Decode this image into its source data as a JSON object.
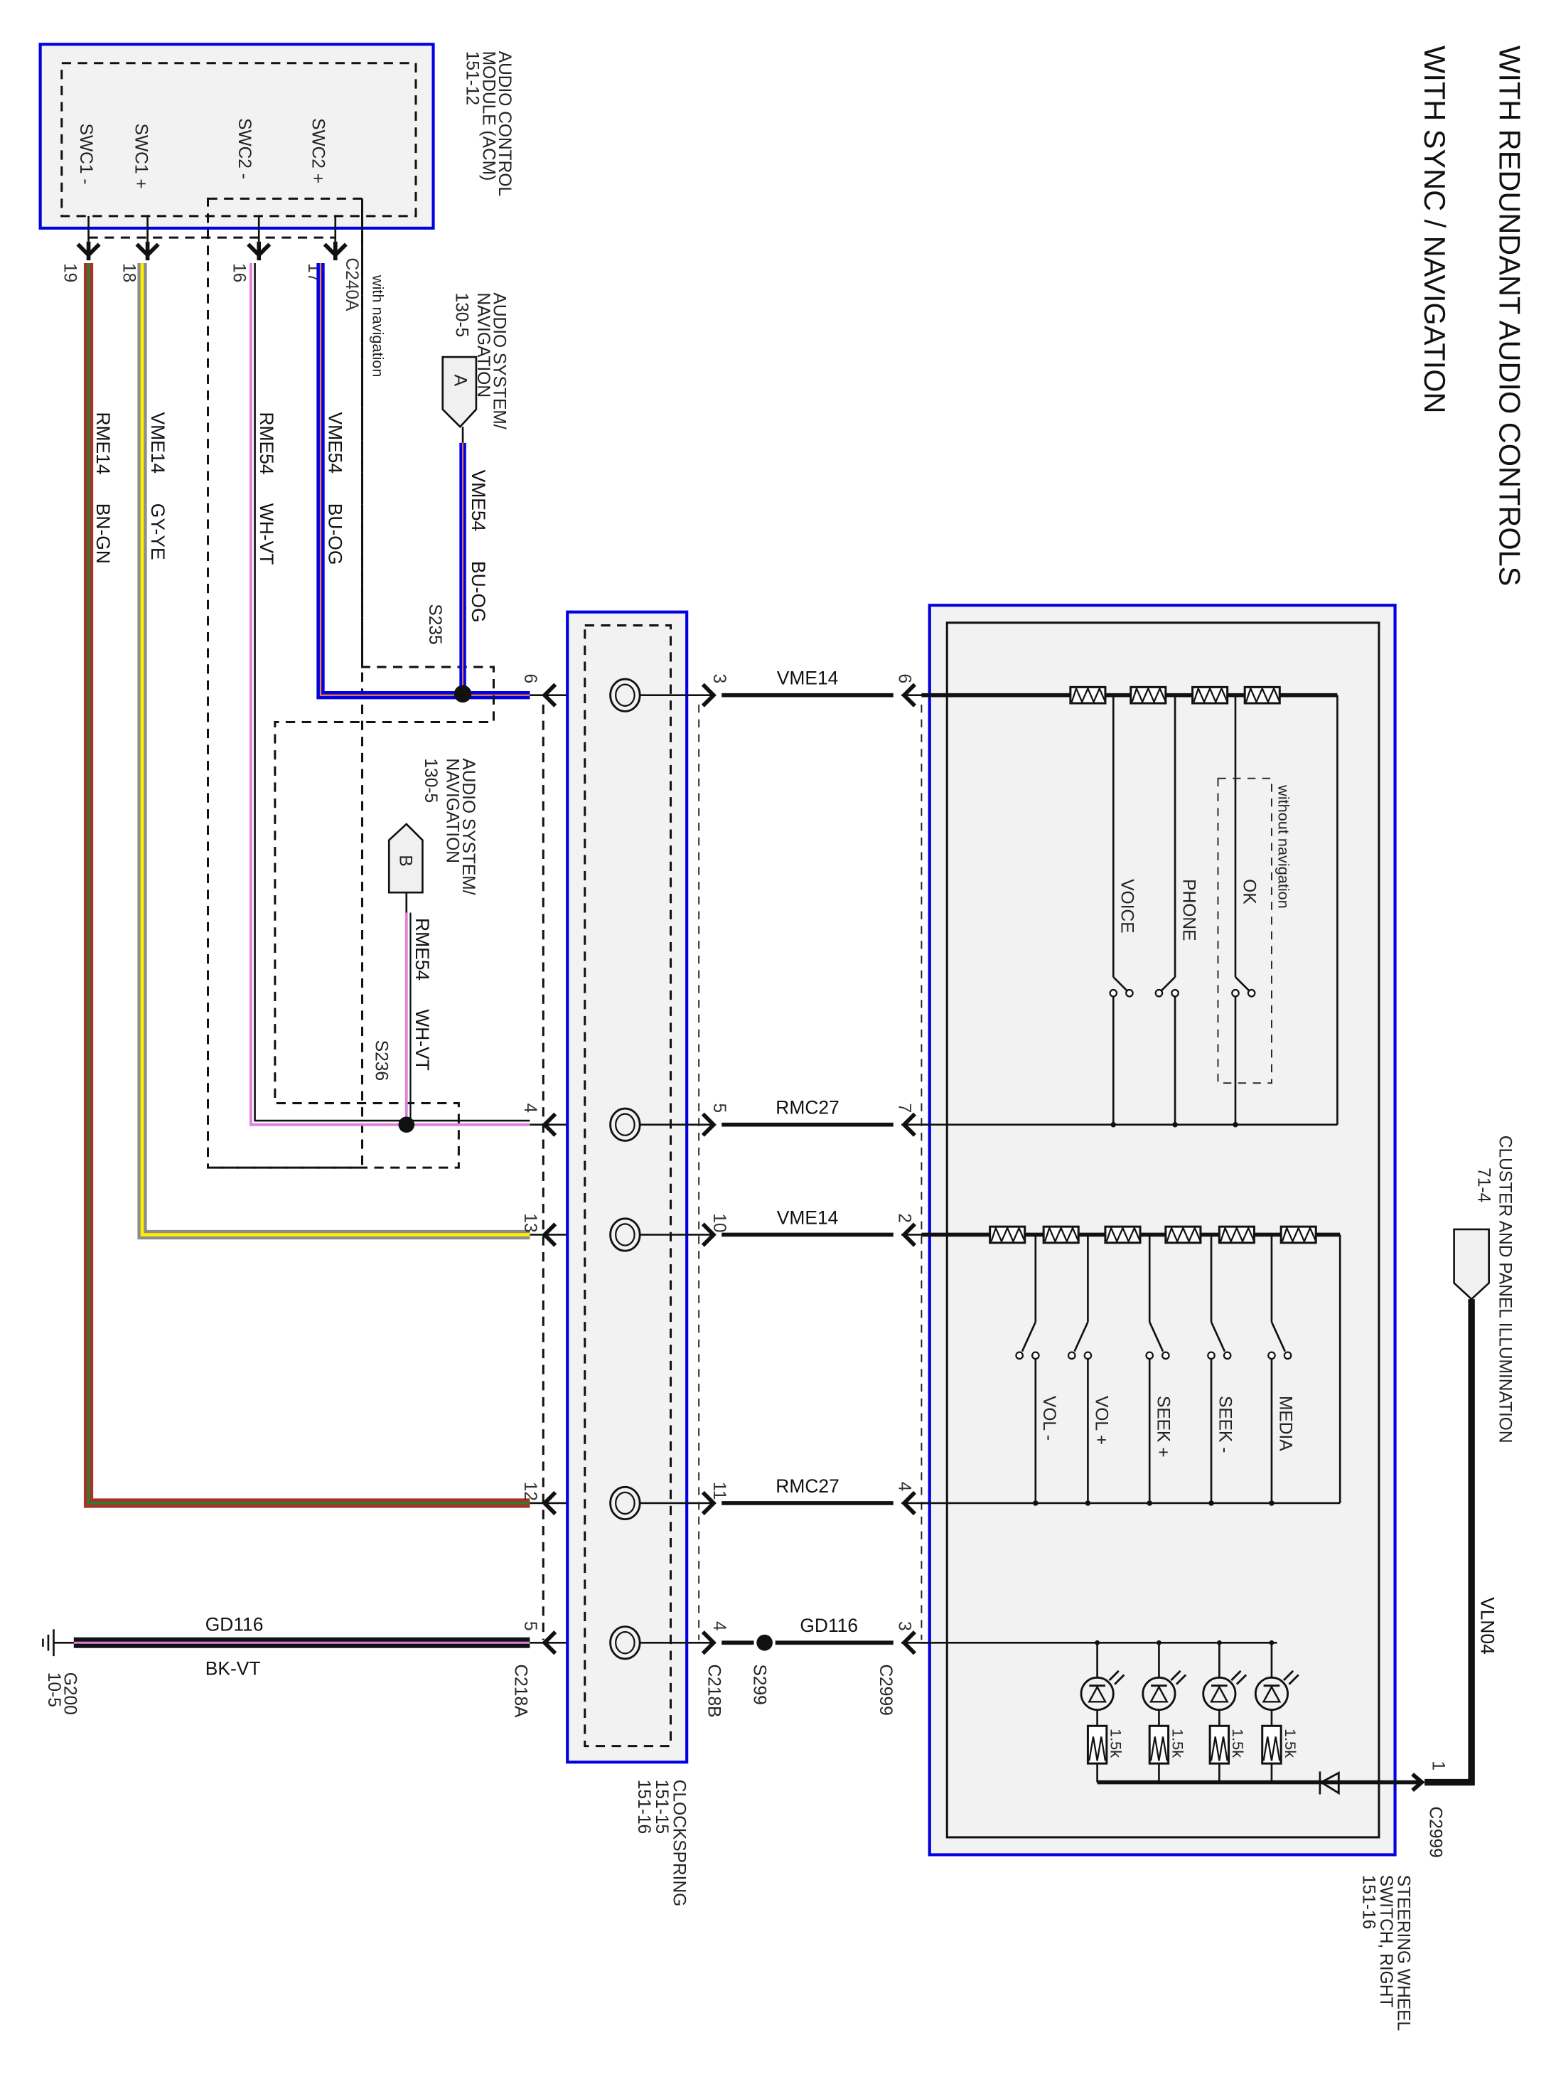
{
  "title": {
    "line1": "WITH REDUNDANT AUDIO CONTROLS",
    "line2": "WITH SYNC / NAVIGATION"
  },
  "components": {
    "acm": {
      "name_line1": "AUDIO CONTROL",
      "name_line2": "MODULE (ACM)",
      "ref": "151-12",
      "pins": [
        {
          "label": "SWC1 -",
          "pin": "19"
        },
        {
          "label": "SWC1 +",
          "pin": "18"
        },
        {
          "label": "SWC2 -",
          "pin": "16"
        },
        {
          "label": "SWC2 +",
          "pin": "17"
        }
      ],
      "connector": "C240A"
    },
    "nav_a": {
      "name_line1": "AUDIO SYSTEM/",
      "name_line2": "NAVIGATION",
      "ref": "130-5",
      "letter": "A"
    },
    "nav_b": {
      "name_line1": "AUDIO SYSTEM/",
      "name_line2": "NAVIGATION",
      "ref": "130-5",
      "letter": "B"
    },
    "clockspring": {
      "name": "CLOCKSPRING",
      "ref1": "151-15",
      "ref2": "151-16"
    },
    "steering_switch": {
      "name_line1": "STEERING WHEEL",
      "name_line2": "SWITCH, RIGHT",
      "ref": "151-16",
      "switches_upper": [
        "VOICE",
        "PHONE",
        "OK"
      ],
      "without_navigation_note": "without navigation",
      "switches_lower": [
        "VOL -",
        "VOL +",
        "SEEK +",
        "SEEK -",
        "MEDIA"
      ],
      "led_resistor_value": "1.5k",
      "led_count": 4
    },
    "cluster": {
      "name": "CLUSTER AND PANEL ILLUMINATION",
      "ref": "71-4"
    },
    "ground": {
      "name": "G200",
      "ref": "10-5"
    }
  },
  "notes": {
    "with_navigation": "with navigation"
  },
  "splices": {
    "s235": "S235",
    "s236": "S236",
    "s299": "S299"
  },
  "connectors": {
    "c218a": "C218A",
    "c218b": "C218B",
    "c2999": "C2999",
    "c2999_b": "C2999"
  },
  "wires": {
    "w19": {
      "circuit": "RME14",
      "color": "BN-GN",
      "base_hex": "#a83226",
      "stripe_hex": "#2e7d32"
    },
    "w18": {
      "circuit": "VME14",
      "color": "GY-YE",
      "base_hex": "#8c8c8c",
      "stripe_hex": "#ffee00"
    },
    "w16": {
      "circuit": "RME54",
      "color": "WH-VT",
      "base_hex": "#ffffff",
      "stripe_hex": "#e07ee0"
    },
    "w17": {
      "circuit": "VME54",
      "color": "BU-OG",
      "base_hex": "#0000e0",
      "stripe_hex": "#f08040"
    },
    "w_nav_a": {
      "circuit": "VME54",
      "color": "BU-OG"
    },
    "w_nav_b": {
      "circuit": "RME54",
      "color": "WH-VT"
    },
    "ground": {
      "circuit": "GD116",
      "color": "BK-VT",
      "base_hex": "#111111",
      "stripe_hex": "#e07ee0"
    },
    "vln04": {
      "circuit": "VLN04"
    }
  },
  "harness_runs": [
    {
      "left_pin": "6",
      "right_pin_a": "3",
      "circuit": "VME14",
      "right_pin_b": "6"
    },
    {
      "left_pin": "4",
      "right_pin_a": "5",
      "circuit": "RMC27",
      "right_pin_b": "7"
    },
    {
      "left_pin": "13",
      "right_pin_a": "10",
      "circuit": "VME14",
      "right_pin_b": "2"
    },
    {
      "left_pin": "12",
      "right_pin_a": "11",
      "circuit": "RMC27",
      "right_pin_b": "4"
    },
    {
      "left_pin": "5",
      "right_pin_a": "4",
      "circuit": "GD116",
      "right_pin_b": "3"
    }
  ],
  "illumination_pin": "1"
}
